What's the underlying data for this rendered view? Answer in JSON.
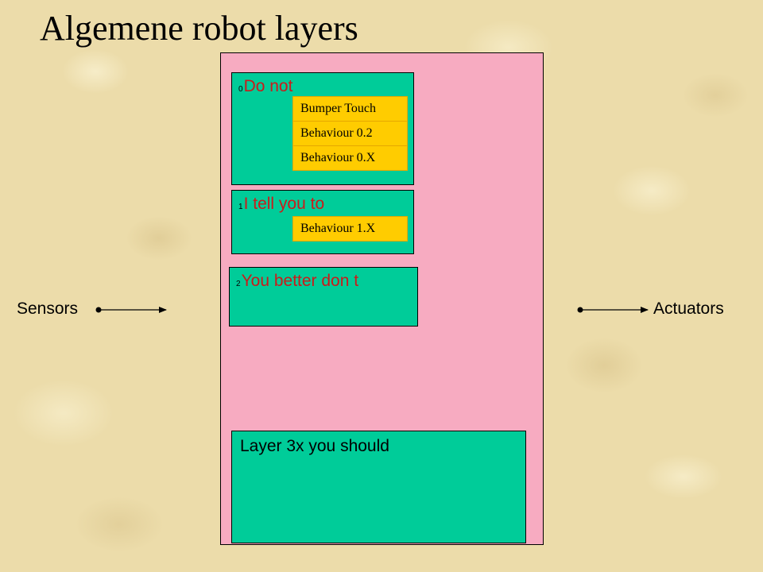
{
  "title": "Algemene robot layers",
  "left_label": "Sensors",
  "right_label": "Actuators",
  "layers": [
    {
      "number": "0",
      "label": "Do not",
      "behaviours": [
        "Bumper Touch",
        "Behaviour 0.2",
        "Behaviour 0.X"
      ]
    },
    {
      "number": "1",
      "label": "I tell you to",
      "behaviours": [
        "Behaviour 1.X"
      ]
    },
    {
      "number": "2",
      "label": "You better don t",
      "behaviours": []
    },
    {
      "number": "",
      "label": "Layer 3x you should",
      "behaviours": []
    }
  ],
  "colors": {
    "background": "#ecdcaa",
    "panel": "#f7abc1",
    "layer": "#00cc99",
    "behaviour": "#ffcc00",
    "label_red": "#cc1a1a"
  }
}
